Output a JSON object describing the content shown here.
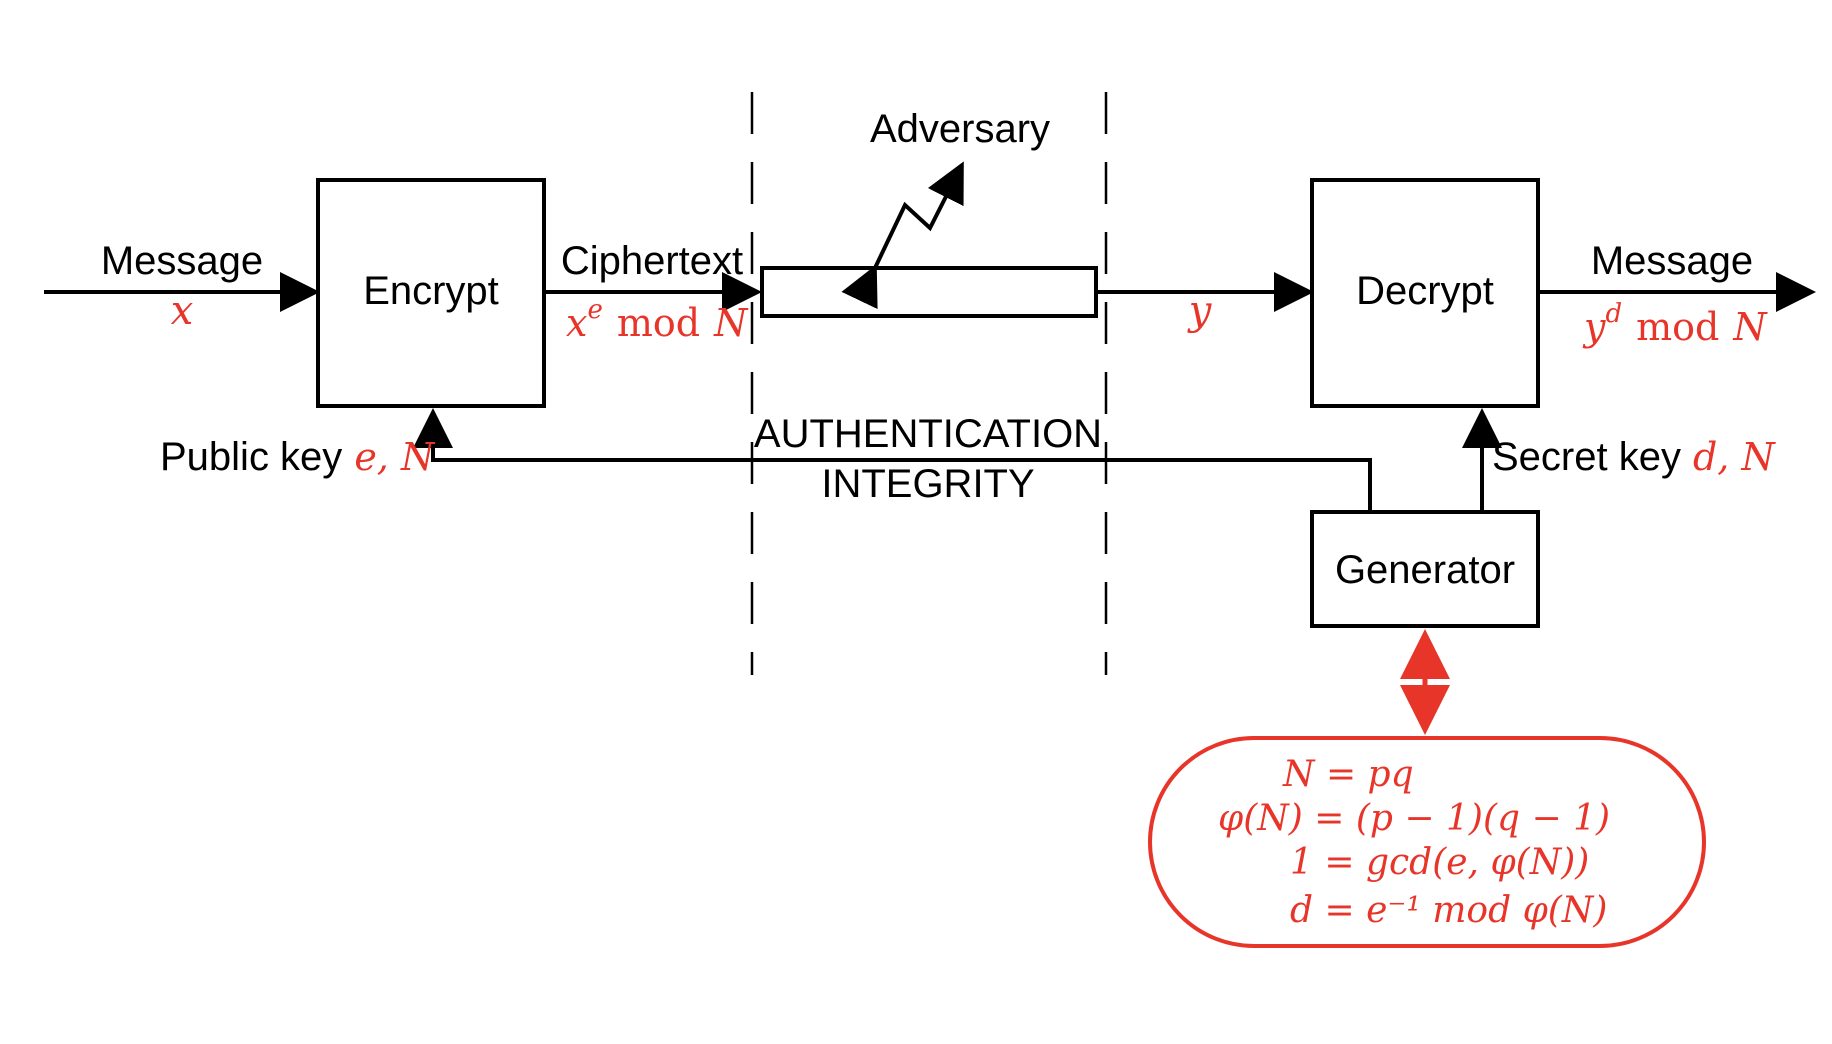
{
  "colors": {
    "stroke": "#000000",
    "accent": "#e8352a",
    "background": "#ffffff"
  },
  "blocks": {
    "encrypt": "Encrypt",
    "decrypt": "Decrypt",
    "generator": "Generator"
  },
  "labels": {
    "message_in": "Message",
    "message_in_var": "x",
    "ciphertext": "Ciphertext",
    "cipher_base": "x",
    "cipher_exp": "e",
    "cipher_mod": "mod",
    "cipher_N": "N",
    "adversary": "Adversary",
    "received_var": "y",
    "message_out": "Message",
    "out_base": "y",
    "out_exp": "d",
    "out_mod": "mod",
    "out_N": "N",
    "public_key": "Public key",
    "public_key_vars": "e, N",
    "secret_key": "Secret key",
    "secret_key_vars": "d, N",
    "authentication": "AUTHENTICATION",
    "integrity": "INTEGRITY"
  },
  "equations": [
    "N = pq",
    "φ(N) = (p − 1)(q − 1)",
    "1 = gcd(e, φ(N))",
    "d = e⁻¹ mod φ(N)"
  ]
}
